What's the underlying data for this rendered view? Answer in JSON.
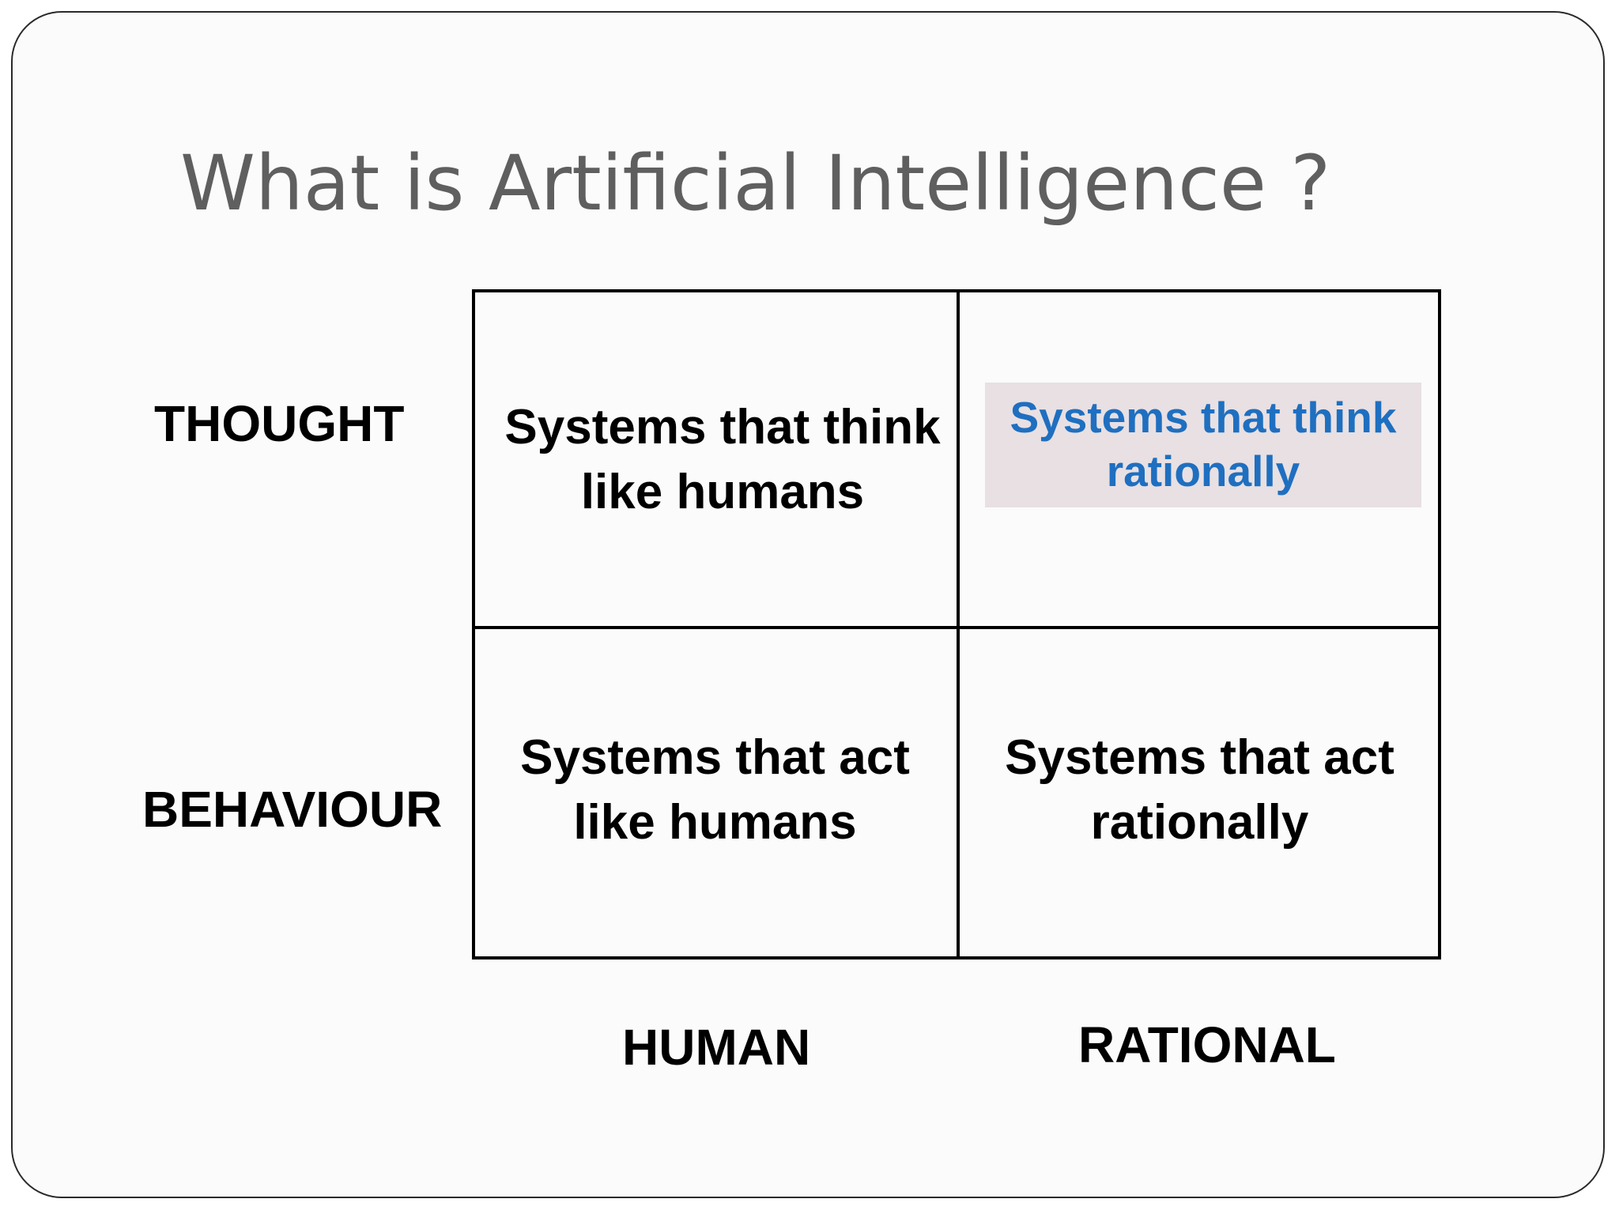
{
  "slide": {
    "title": "What is Artificial Intelligence ?"
  },
  "rows": {
    "thought": "THOUGHT",
    "behaviour": "BEHAVIOUR"
  },
  "columns": {
    "human": "HUMAN",
    "rational": "RATIONAL"
  },
  "cells": {
    "think_humanly": [
      "Systems that think",
      "like humans"
    ],
    "think_rationally": [
      "Systems that think",
      "rationally"
    ],
    "act_humanly": [
      "Systems that act",
      "like humans"
    ],
    "act_rationally": [
      "Systems that act",
      "rationally"
    ]
  },
  "colors": {
    "title": "#5f5f5f",
    "highlight_text": "#1f6fc0",
    "highlight_background": "#e8e0e3"
  }
}
